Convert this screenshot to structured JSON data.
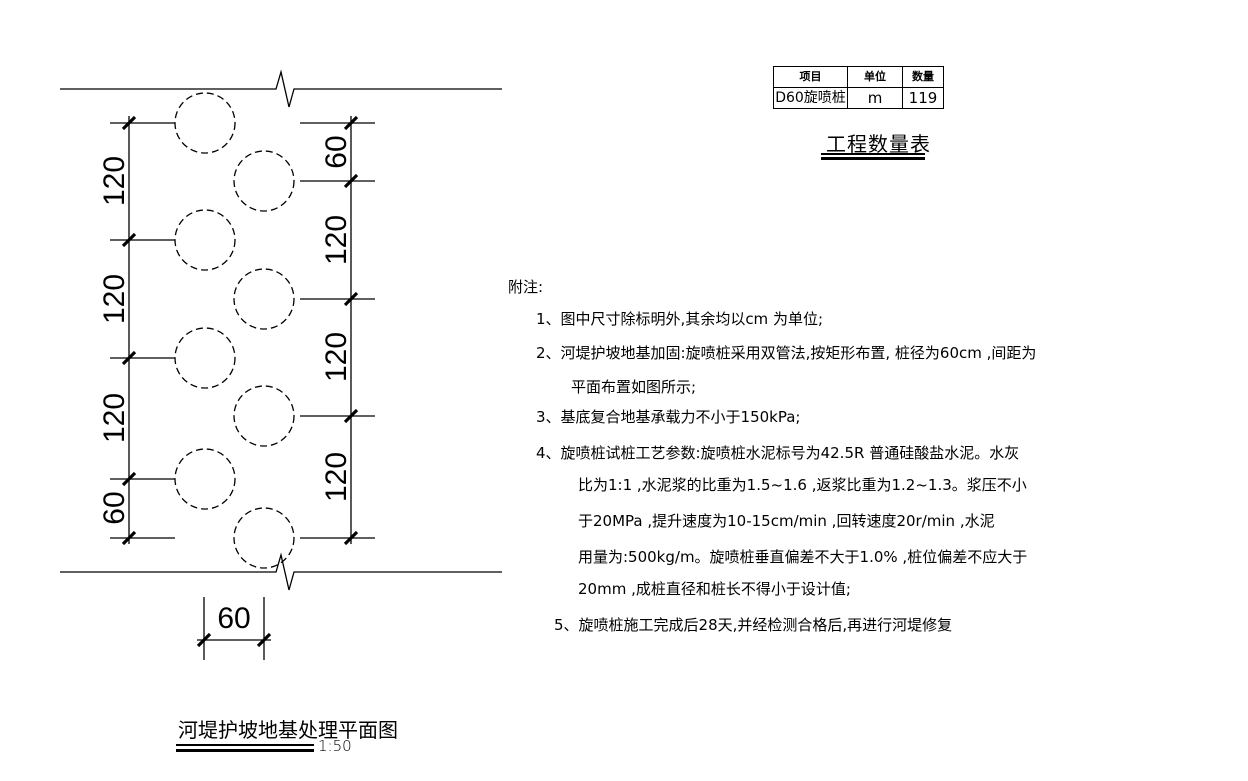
{
  "plan": {
    "dims_left": [
      "120",
      "120",
      "120",
      "60"
    ],
    "dims_right": [
      "60",
      "120",
      "120",
      "120"
    ],
    "dim_bottom": "60"
  },
  "quantity_table": {
    "headers": [
      "项目",
      "单位",
      "数量"
    ],
    "rows": [
      {
        "item": "D60旋喷桩",
        "unit": "m",
        "qty": "119"
      }
    ],
    "title": "工程数量表"
  },
  "notes": {
    "heading": "附注:",
    "lines": [
      "1、图中尺寸除标明外,其余均以cm 为单位;",
      "2、河堤护坡地基加固:旋喷桩采用双管法,按矩形布置, 桩径为60cm ,间距为",
      "平面布置如图所示;",
      "3、基底复合地基承载力不小于150kPa;",
      "4、旋喷桩试桩工艺参数:旋喷桩水泥标号为42.5R 普通硅酸盐水泥。水灰",
      "比为1:1 ,水泥浆的比重为1.5~1.6 ,返浆比重为1.2~1.3。浆压不小",
      "于20MPa ,提升速度为10-15cm/min ,回转速度20r/min ,水泥",
      "用量为:500kg/m。旋喷桩垂直偏差不大于1.0% ,桩位偏差不应大于",
      "20mm ,成桩直径和桩长不得小于设计值;",
      "5、旋喷桩施工完成后28天,并经检测合格后,再进行河堤修复"
    ]
  },
  "drawing": {
    "title": "河堤护坡地基处理平面图",
    "scale": "1:50"
  }
}
